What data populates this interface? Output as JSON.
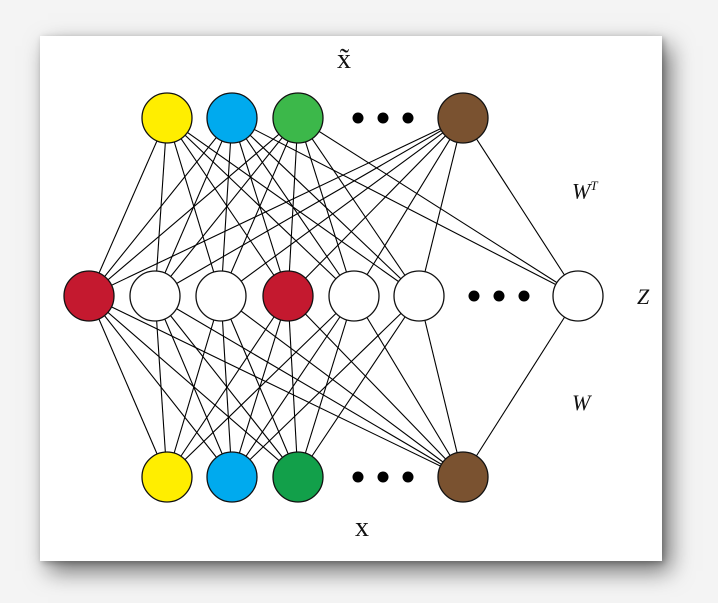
{
  "labels": {
    "output_layer": "x̃",
    "input_layer": "x",
    "decoder_weights": "W",
    "decoder_weights_sup": "T",
    "encoder_weights": "W",
    "hidden_layer": "Z"
  },
  "layers": {
    "output": {
      "nodes": [
        "yellow",
        "blue",
        "green",
        "ellipsis",
        "brown"
      ]
    },
    "hidden": {
      "nodes": [
        "red",
        "white",
        "white",
        "red",
        "white",
        "white",
        "ellipsis",
        "white"
      ]
    },
    "input": {
      "nodes": [
        "yellow",
        "blue",
        "green",
        "ellipsis",
        "brown"
      ]
    }
  },
  "colors": {
    "yellow": "#ffee00",
    "blue": "#00aaee",
    "green_top": "#3cb84a",
    "green_bottom": "#12a04a",
    "brown": "#7a5230",
    "red": "#c4192f",
    "white": "#ffffff",
    "edge": "#000000"
  }
}
